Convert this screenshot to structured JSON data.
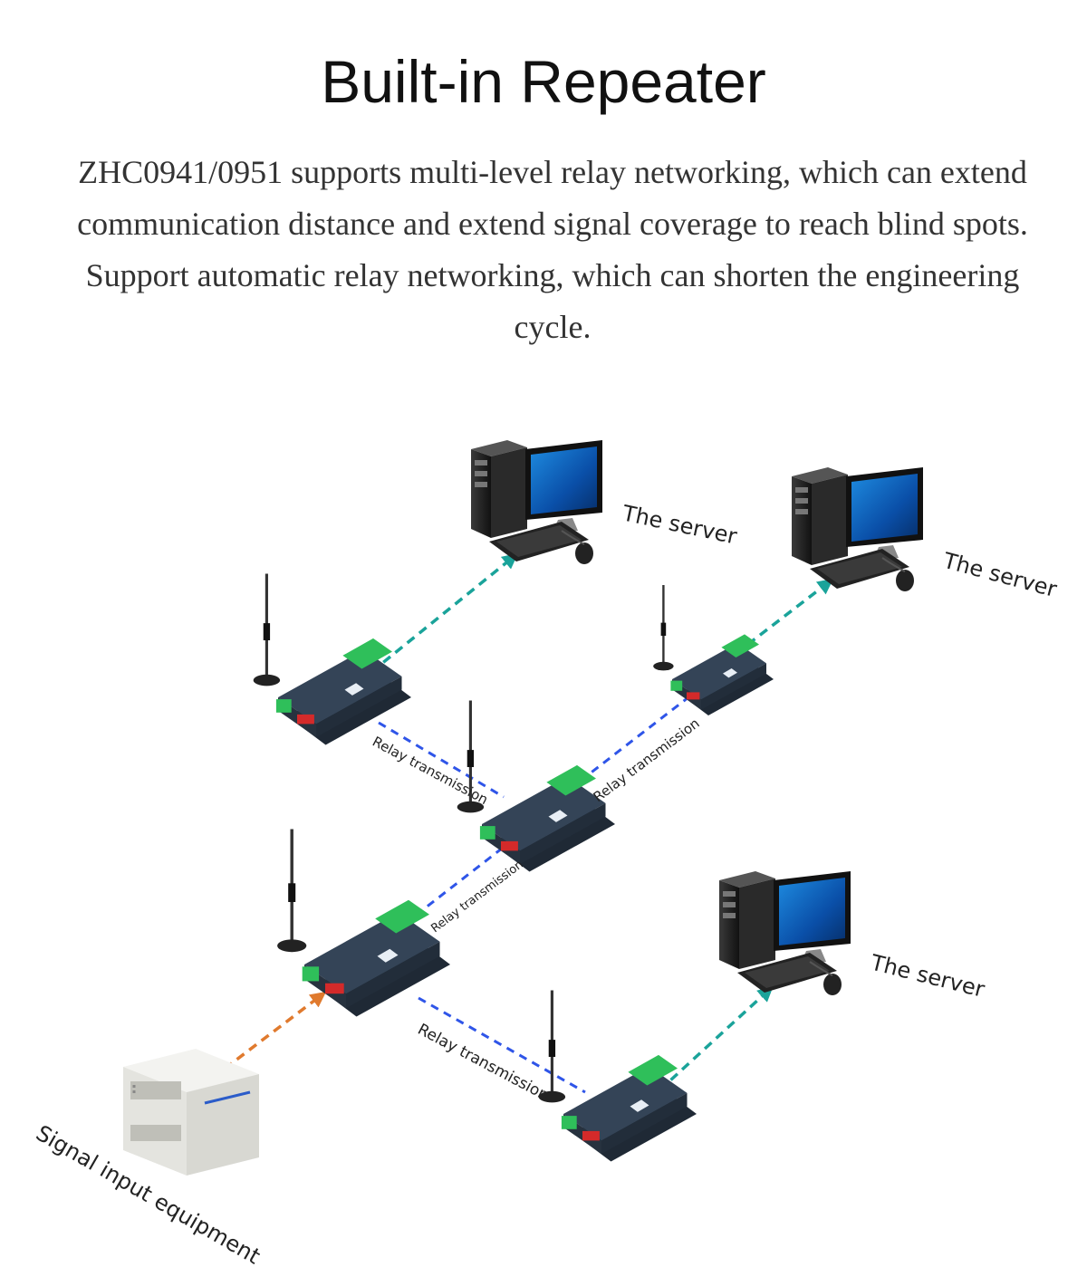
{
  "title": "Built-in Repeater",
  "description": "ZHC0941/0951 supports multi-level relay networking, which can extend communication distance and extend signal coverage to reach blind spots. Support automatic relay networking, which can shorten the engineering cycle.",
  "labels": {
    "server": "The server",
    "relay": "Relay transmission",
    "signal_input": "Signal input equipment"
  },
  "colors": {
    "server_link": "#1aa39a",
    "relay_link": "#2f55e8",
    "input_link": "#e07a2e",
    "device_body": "#2d3a4a",
    "terminal": "#2fbf5a"
  }
}
